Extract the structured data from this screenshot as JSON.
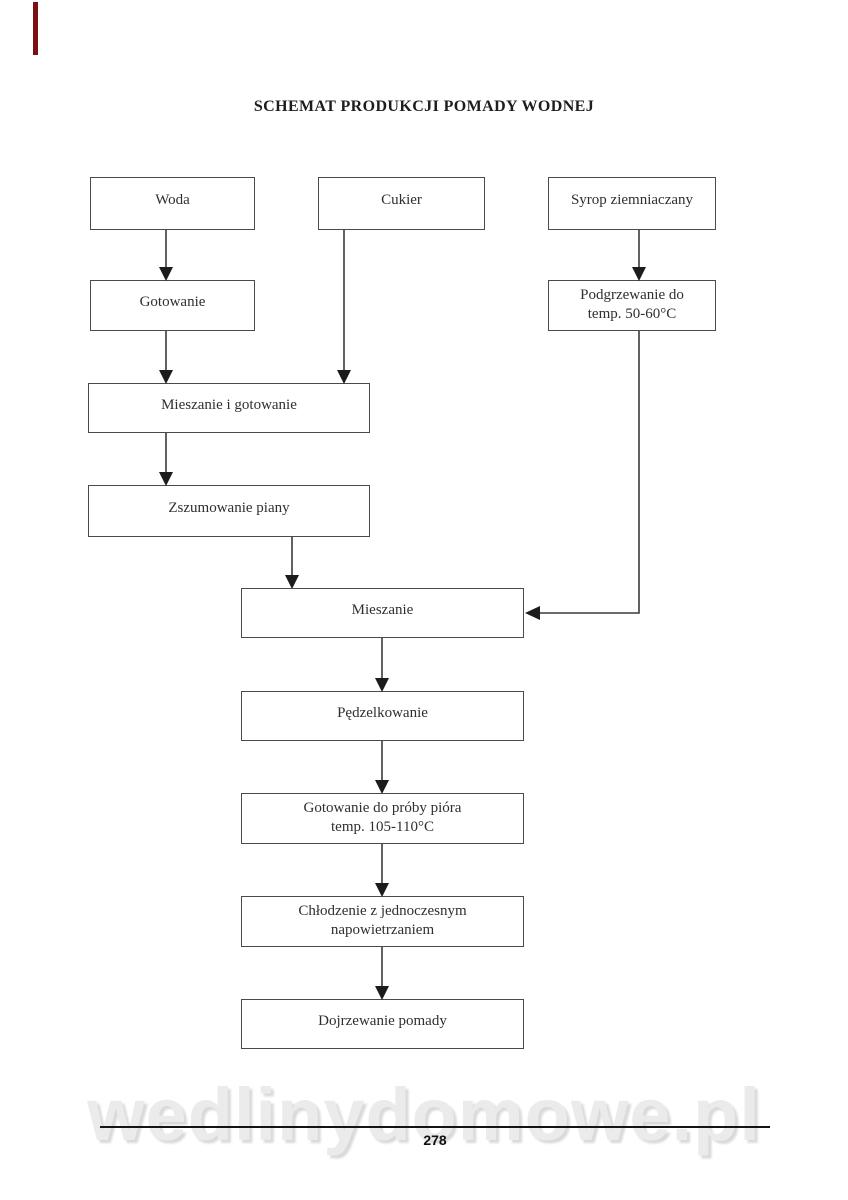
{
  "page": {
    "title": "SCHEMAT PRODUKCJI POMADY WODNEJ",
    "page_number": "278",
    "watermark": "wedlinydomowe.pl"
  },
  "colors": {
    "box_border": "#4a4a4a",
    "connector_line": "#3a3a3a",
    "arrowhead": "#1c1c1c",
    "text": "#2f2f2f",
    "watermark": "#ebebeb",
    "margin_mark": "#7a1012",
    "footer_rule": "#141414"
  },
  "flowchart": {
    "nodes": [
      {
        "id": "woda",
        "label": "Woda"
      },
      {
        "id": "cukier",
        "label": "Cukier"
      },
      {
        "id": "syrop",
        "label": "Syrop ziemniaczany"
      },
      {
        "id": "gotowanie",
        "label": "Gotowanie"
      },
      {
        "id": "podgrzewanie",
        "label": "Podgrzewanie do\ntemp. 50-60°C"
      },
      {
        "id": "mieszanie-i-gotowanie",
        "label": "Mieszanie i gotowanie"
      },
      {
        "id": "zszumowanie-piany",
        "label": "Zszumowanie piany"
      },
      {
        "id": "mieszanie",
        "label": "Mieszanie"
      },
      {
        "id": "pedzelkowanie",
        "label": "Pędzelkowanie"
      },
      {
        "id": "gotowanie-do-proby",
        "label": "Gotowanie do próby pióra\ntemp. 105-110°C"
      },
      {
        "id": "chlodzenie",
        "label": "Chłodzenie z jednoczesnym\nnapowietrzaniem"
      },
      {
        "id": "dojrzewanie",
        "label": "Dojrzewanie pomady"
      }
    ],
    "edges": [
      {
        "from": "woda",
        "to": "gotowanie"
      },
      {
        "from": "gotowanie",
        "to": "mieszanie-i-gotowanie"
      },
      {
        "from": "cukier",
        "to": "mieszanie-i-gotowanie"
      },
      {
        "from": "syrop",
        "to": "podgrzewanie"
      },
      {
        "from": "mieszanie-i-gotowanie",
        "to": "zszumowanie-piany"
      },
      {
        "from": "zszumowanie-piany",
        "to": "mieszanie"
      },
      {
        "from": "podgrzewanie",
        "to": "mieszanie"
      },
      {
        "from": "mieszanie",
        "to": "pedzelkowanie"
      },
      {
        "from": "pedzelkowanie",
        "to": "gotowanie-do-proby"
      },
      {
        "from": "gotowanie-do-proby",
        "to": "chlodzenie"
      },
      {
        "from": "chlodzenie",
        "to": "dojrzewanie"
      }
    ]
  }
}
